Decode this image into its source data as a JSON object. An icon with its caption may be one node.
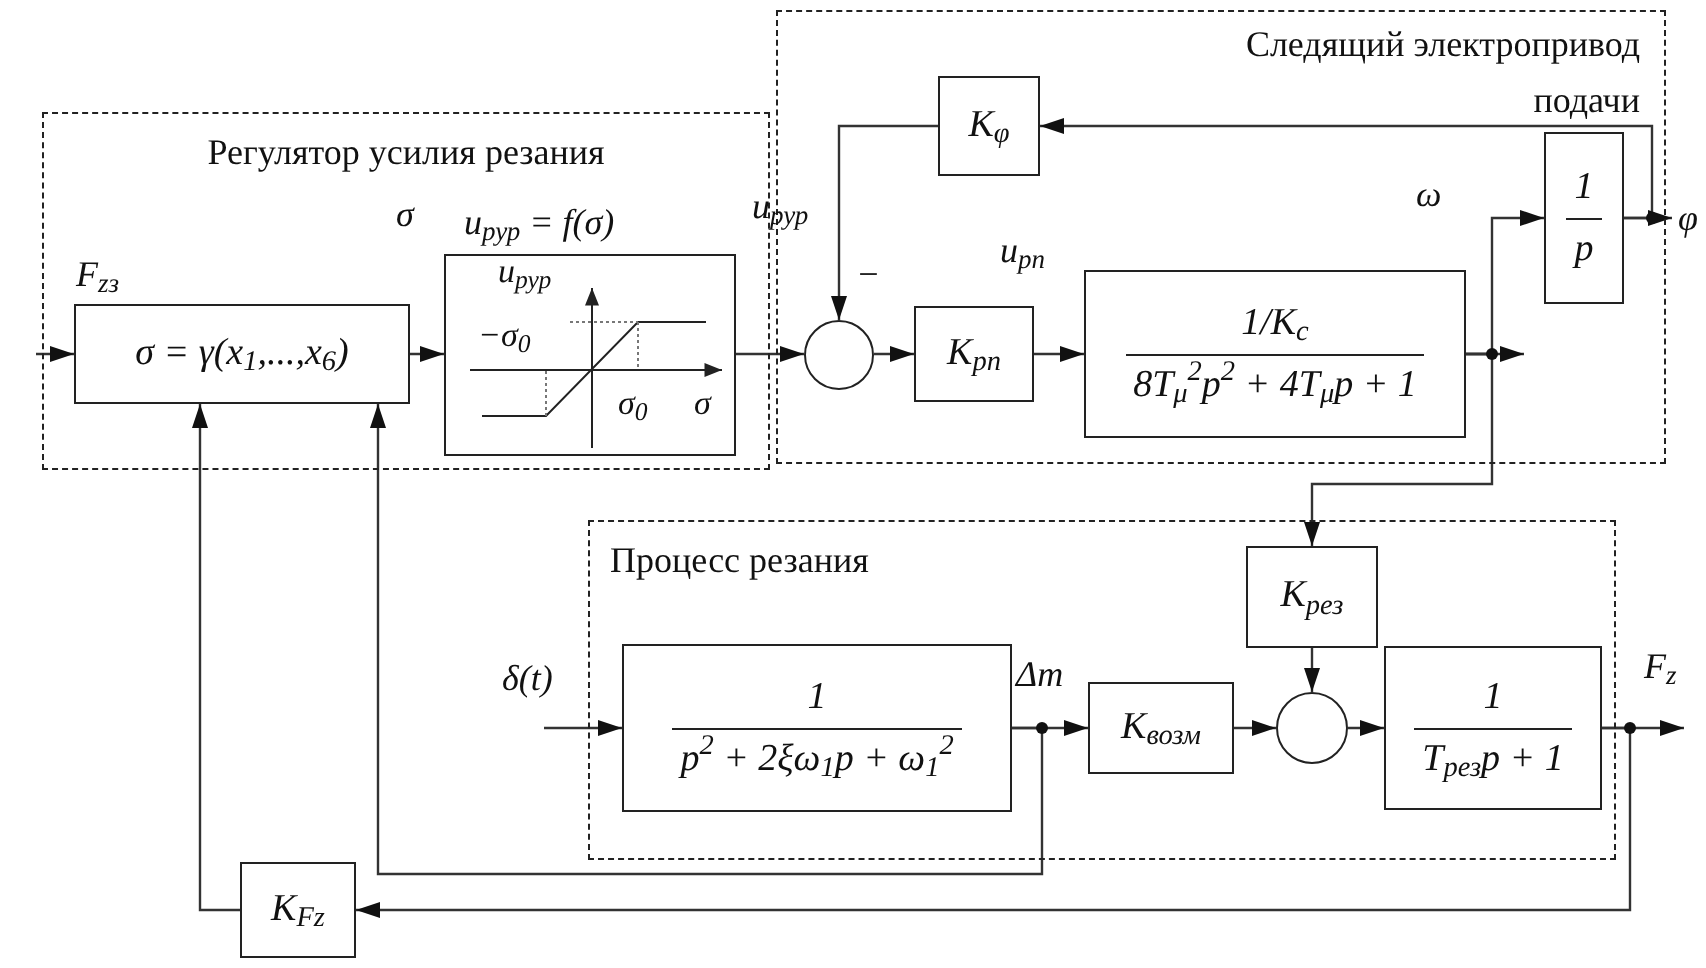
{
  "diagram": {
    "nodes": [
      {
        "text": [
          "Регулятор усилия резания"
        ]
      },
      {
        "text": [
          "Следящий электропривод подачи"
        ]
      },
      {
        "text": [
          "Процесс резания"
        ]
      },
      {
        "text": [
          "σ = γ(x$_{1}$,...,x$_{6}$)"
        ],
        "in": 0,
        "beside": [
          "F$_{zз}$"
        ]
      },
      {
        "text": [
          "u$_{рур}$",
          "−σ$_{0}$",
          "σ$_{0}$",
          "σ"
        ],
        "in": 0,
        "beside": [
          "u$_{рур}$ = f(σ)"
        ]
      },
      {
        "text": [],
        "shape": "circle",
        "in": 1
      },
      {
        "text": [
          "K$_{рп}$"
        ],
        "in": 1
      },
      {
        "text": [
          "1/K$_{c}$",
          "8T$_{μ}$$^{2}$p$^{2}$ + 4T$_{μ}$p + 1"
        ],
        "in": 1
      },
      {
        "text": [
          "K$_{φ}$"
        ],
        "in": 1
      },
      {
        "text": [
          "1",
          "p"
        ],
        "in": 1
      },
      {
        "text": [
          "1",
          "p$^{2}$ + 2ξω$_{1}$p + ω$_{1}$$^{2}$"
        ],
        "in": 2
      },
      {
        "text": [
          "K$_{возм}$"
        ],
        "in": 2
      },
      {
        "text": [
          "K$_{рез}$"
        ],
        "in": 2
      },
      {
        "text": [],
        "shape": "circle",
        "in": 2
      },
      {
        "text": [
          "1",
          "T$_{рез}$p + 1"
        ],
        "in": 2
      },
      {
        "text": [
          "K$_{Fz}$"
        ]
      },
      {
        "text": [
          "φ"
        ]
      }
    ],
    "edges": [
      {
        "from": null,
        "to": 3,
        "arrow": "to"
      },
      {
        "from": 3,
        "to": 4,
        "arrow": "to"
      },
      {
        "from": 4,
        "to": 5,
        "arrow": "to"
      },
      {
        "from": 9,
        "to": 8,
        "arrow": "to"
      },
      {
        "from": 8,
        "to": 5,
        "arrow": "to"
      },
      {
        "from": 5,
        "to": 6,
        "arrow": "to"
      },
      {
        "from": 6,
        "to": 7,
        "arrow": "to"
      },
      {
        "from": 7,
        "to": 9,
        "arrow": "to"
      },
      {
        "from": 7,
        "to": null,
        "arrow": "to"
      },
      {
        "from": 9,
        "to": 16,
        "arrow": "to"
      },
      {
        "from": 7,
        "to": 12,
        "arrow": "to"
      },
      {
        "from": null,
        "to": 10,
        "arrow": "to"
      },
      {
        "from": 10,
        "to": 11,
        "arrow": "to"
      },
      {
        "from": 11,
        "to": 13,
        "arrow": "to"
      },
      {
        "from": 12,
        "to": 13,
        "arrow": "to"
      },
      {
        "from": 13,
        "to": 14,
        "arrow": "to"
      },
      {
        "from": 14,
        "to": null,
        "arrow": "to"
      },
      {
        "from": 14,
        "to": 15,
        "arrow": "to"
      },
      {
        "from": 15,
        "to": 3,
        "arrow": "to"
      },
      {
        "from": 10,
        "to": 3,
        "arrow": "to"
      }
    ],
    "labels": [
      "σ",
      "u$_{рур}$",
      "−",
      "u$_{рп}$",
      "ω",
      "δ(t)",
      "Δm",
      "F$_{z}$"
    ]
  }
}
